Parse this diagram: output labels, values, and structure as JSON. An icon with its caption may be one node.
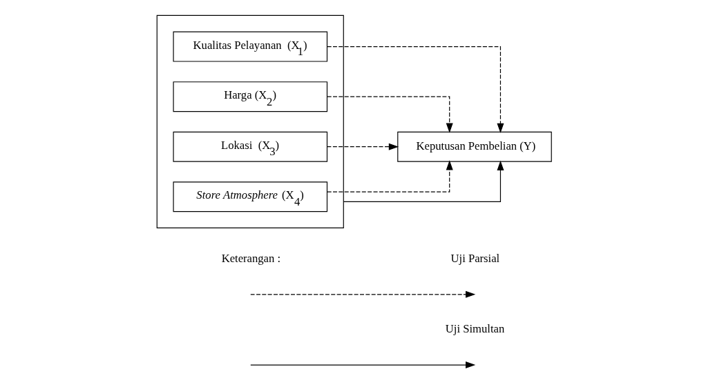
{
  "diagram": {
    "nodes": [
      {
        "text": [],
        "shape": "box"
      },
      {
        "text": [
          "Kualitas Pelayanan  (X$_{1}$)"
        ],
        "in": 0
      },
      {
        "text": [
          "Harga (X$_{2}$)"
        ],
        "in": 0
      },
      {
        "text": [
          "Lokasi  (X$_{3}$)"
        ],
        "in": 0
      },
      {
        "text": [
          "*Store Atmosphere*  (X$_{4}$)"
        ],
        "in": 0
      },
      {
        "text": [
          "Keputusan Pembelian (Y)"
        ]
      }
    ],
    "edges": [
      {
        "from": 1,
        "to": 5,
        "arrow": "to",
        "style": "dashed"
      },
      {
        "from": 2,
        "to": 5,
        "arrow": "to",
        "style": "dashed"
      },
      {
        "from": 3,
        "to": 5,
        "arrow": "to",
        "style": "dashed"
      },
      {
        "from": 4,
        "to": 5,
        "arrow": "to",
        "style": "dashed"
      },
      {
        "from": 0,
        "to": 5,
        "arrow": "to"
      }
    ],
    "labels": [
      "Keterangan :"
    ],
    "legend": [
      {
        "text": "Uji Parsial"
      },
      {
        "text": "Uji Simultan"
      }
    ]
  }
}
